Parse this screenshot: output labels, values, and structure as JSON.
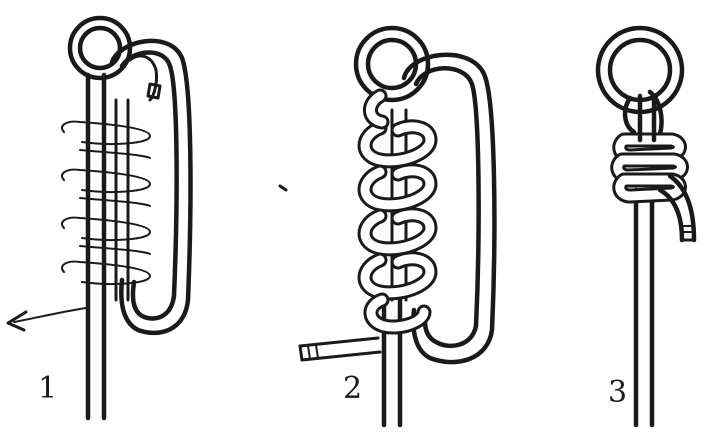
{
  "labels": {
    "step1": "1",
    "step2": "2",
    "step3": "3"
  },
  "colors": {
    "ink": "#1a1a1a",
    "paper": "#ffffff"
  }
}
